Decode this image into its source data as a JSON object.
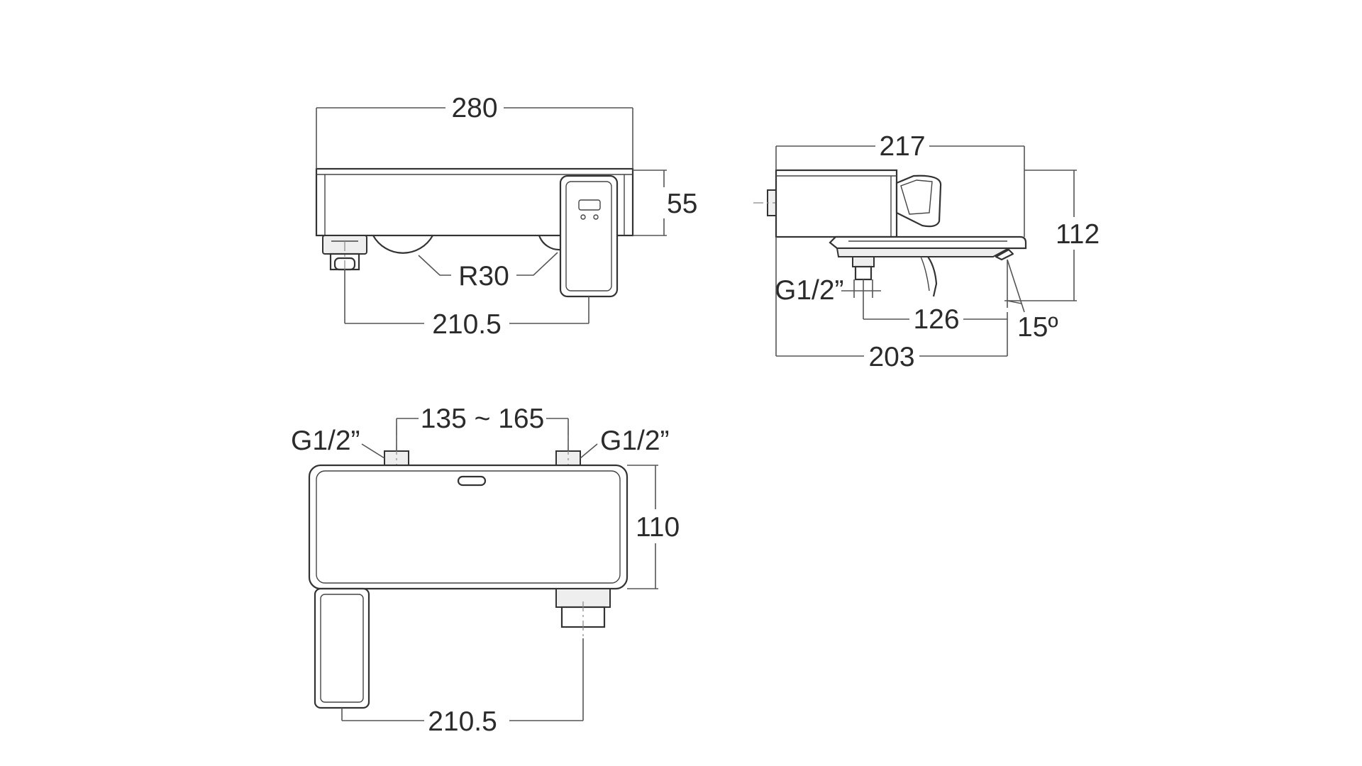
{
  "dimensions": {
    "front_width": "280",
    "front_height": "55",
    "front_radius": "R30",
    "front_inlet_to_handle": "210.5",
    "side_depth": "217",
    "side_height": "112",
    "side_thread": "G1/2”",
    "side_inlet_to_spout": "126",
    "side_angle": "15º",
    "side_wall_to_spout": "203",
    "top_centers": "135 ~ 165",
    "top_thread_left": "G1/2”",
    "top_thread_right": "G1/2”",
    "top_depth": "110",
    "top_handle_to_outlet": "210.5"
  },
  "colors": {
    "line": "#333333",
    "text": "#2b2b2b",
    "background": "#ffffff"
  }
}
